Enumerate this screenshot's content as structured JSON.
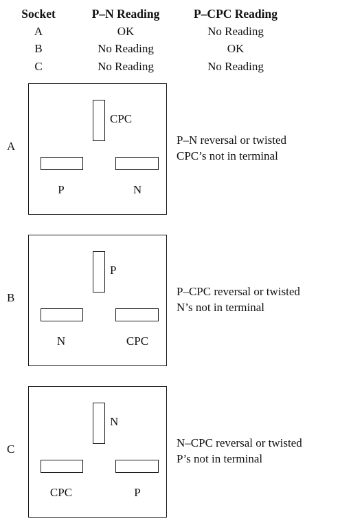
{
  "table": {
    "headers": [
      "Socket",
      "P–N Reading",
      "P–CPC Reading"
    ],
    "rows": [
      [
        "A",
        "OK",
        "No Reading"
      ],
      [
        "B",
        "No Reading",
        "OK"
      ],
      [
        "C",
        "No Reading",
        "No Reading"
      ]
    ]
  },
  "sockets": [
    {
      "letter": "A",
      "pins": {
        "top": "CPC",
        "left": "P",
        "right": "N"
      },
      "description": [
        "P–N reversal or twisted",
        "CPC’s not in terminal"
      ]
    },
    {
      "letter": "B",
      "pins": {
        "top": "P",
        "left": "N",
        "right": "CPC"
      },
      "description": [
        "P–CPC reversal or twisted",
        "N’s not in terminal"
      ]
    },
    {
      "letter": "C",
      "pins": {
        "top": "N",
        "left": "CPC",
        "right": "P"
      },
      "description": [
        "N–CPC reversal or twisted",
        "P’s not in terminal"
      ]
    }
  ]
}
